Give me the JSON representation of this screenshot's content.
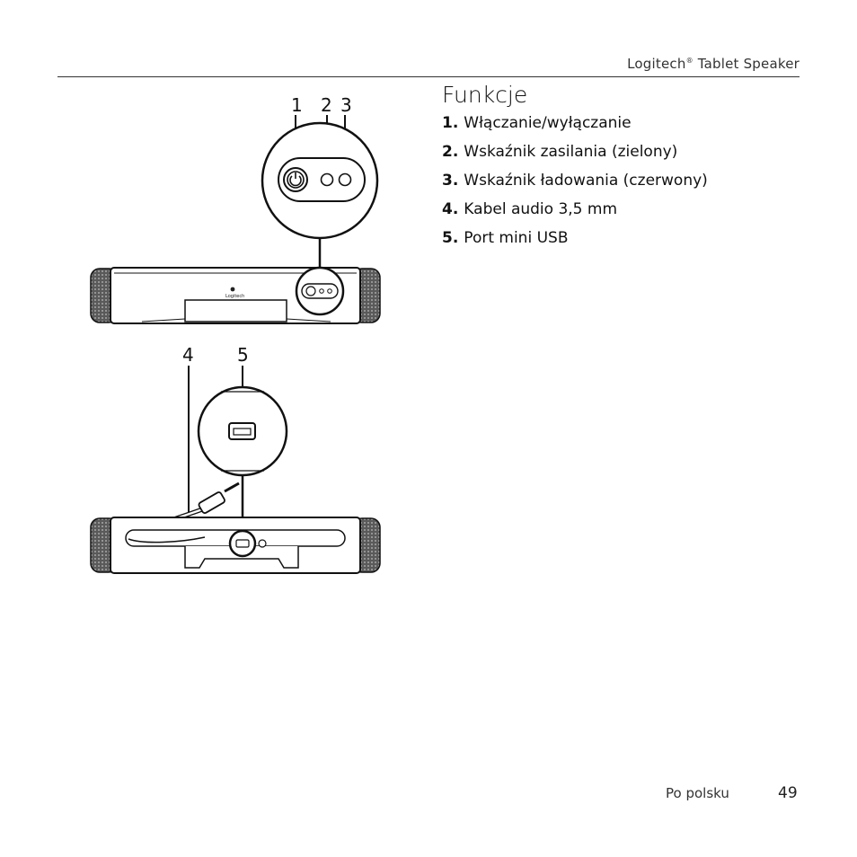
{
  "header": {
    "brand": "Logitech",
    "registered_mark": "®",
    "product": " Tablet Speaker"
  },
  "title": "Funkcje",
  "features": [
    {
      "num": "1.",
      "label": "Włączanie/wyłączanie"
    },
    {
      "num": "2.",
      "label": "Wskaźnik zasilania (zielony)"
    },
    {
      "num": "3.",
      "label": "Wskaźnik ładowania (czerwony)"
    },
    {
      "num": "4.",
      "label": "Kabel audio 3,5 mm"
    },
    {
      "num": "5.",
      "label": "Port mini USB"
    }
  ],
  "diagram": {
    "callouts": [
      "1",
      "2",
      "3",
      "4",
      "5"
    ],
    "logo_text": "Logitech"
  },
  "footer": {
    "language": "Po polsku",
    "page_number": "49"
  }
}
